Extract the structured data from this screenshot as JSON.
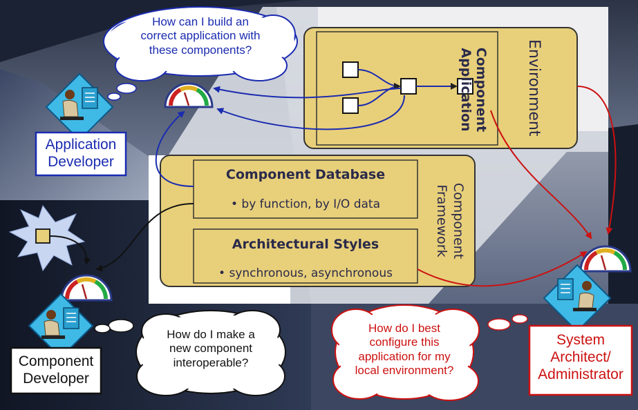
{
  "environment": {
    "label": "Environment"
  },
  "component_application": {
    "label_line1": "Component",
    "label_line2": "Application"
  },
  "component_framework": {
    "label_line1": "Component",
    "label_line2": "Framework",
    "database": {
      "title": "Component Database",
      "detail": "• by function, by I/O data"
    },
    "styles": {
      "title": "Architectural Styles",
      "detail": "• synchronous, asynchronous"
    }
  },
  "roles": {
    "app_developer": {
      "line1": "Application",
      "line2": "Developer",
      "color": "#1a2bb0"
    },
    "component_developer": {
      "line1": "Component",
      "line2": "Developer",
      "color": "#111111"
    },
    "system_architect": {
      "line1": "System",
      "line2": "Architect/",
      "line3": "Administrator",
      "color": "#cc1111"
    }
  },
  "thoughts": {
    "app_developer": {
      "line1": "How can I build an",
      "line2": "correct application with",
      "line3": "these components?"
    },
    "component_developer": {
      "line1": "How do I make a",
      "line2": "new component",
      "line3": "interoperable?"
    },
    "system_architect": {
      "line1": "How do I best",
      "line2": "configure this",
      "line3": "application for my",
      "line4": "local environment?"
    }
  },
  "colors": {
    "panel_fill": "#e8cf7a",
    "panel_border": "#333333",
    "dark_text": "#2a2a4a",
    "blue_arrow": "#1a2bb0",
    "red_arrow": "#cc1111"
  }
}
